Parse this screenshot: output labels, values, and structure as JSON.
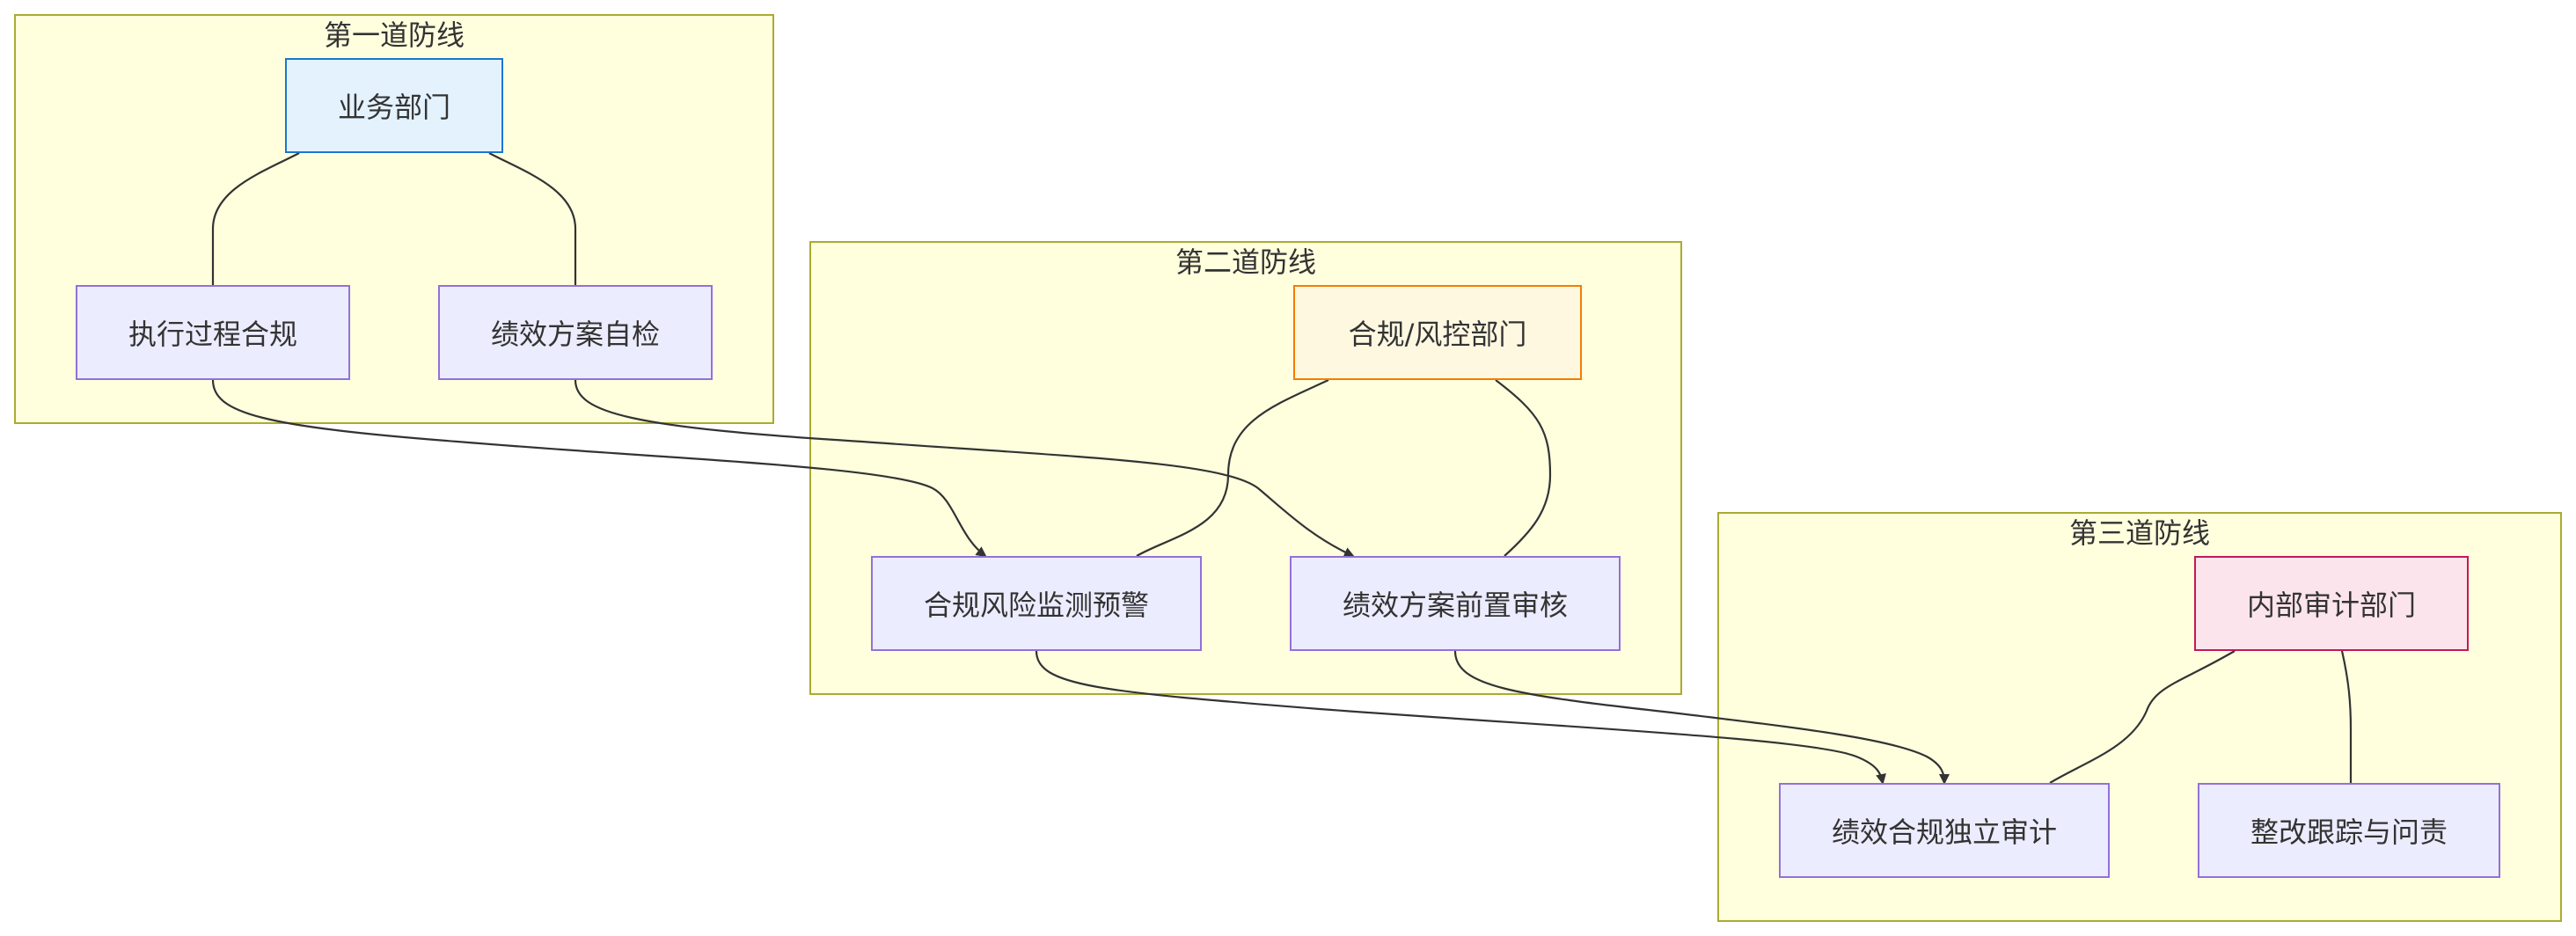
{
  "clusters": {
    "line1": {
      "title": "第一道防线"
    },
    "line2": {
      "title": "第二道防线"
    },
    "line3": {
      "title": "第三道防线"
    }
  },
  "nodes": {
    "business_dept": "业务部门",
    "execution_compliance": "执行过程合规",
    "plan_selfcheck": "绩效方案自检",
    "compliance_dept": "合规/风控部门",
    "risk_monitoring": "合规风险监测预警",
    "plan_prereview": "绩效方案前置审核",
    "audit_dept": "内部审计部门",
    "independent_audit": "绩效合规独立审计",
    "rectification": "整改跟踪与问责"
  },
  "colors": {
    "cluster_fill": "#ffffde",
    "cluster_border": "#aaaa33",
    "node_fill": "#ececff",
    "node_border": "#9370db",
    "business_fill": "#e3f2fd",
    "business_border": "#1976d2",
    "compliance_fill": "#fff8e1",
    "compliance_border": "#f57c00",
    "audit_fill": "#fce4ec",
    "audit_border": "#c2185b",
    "edge": "#333333"
  }
}
